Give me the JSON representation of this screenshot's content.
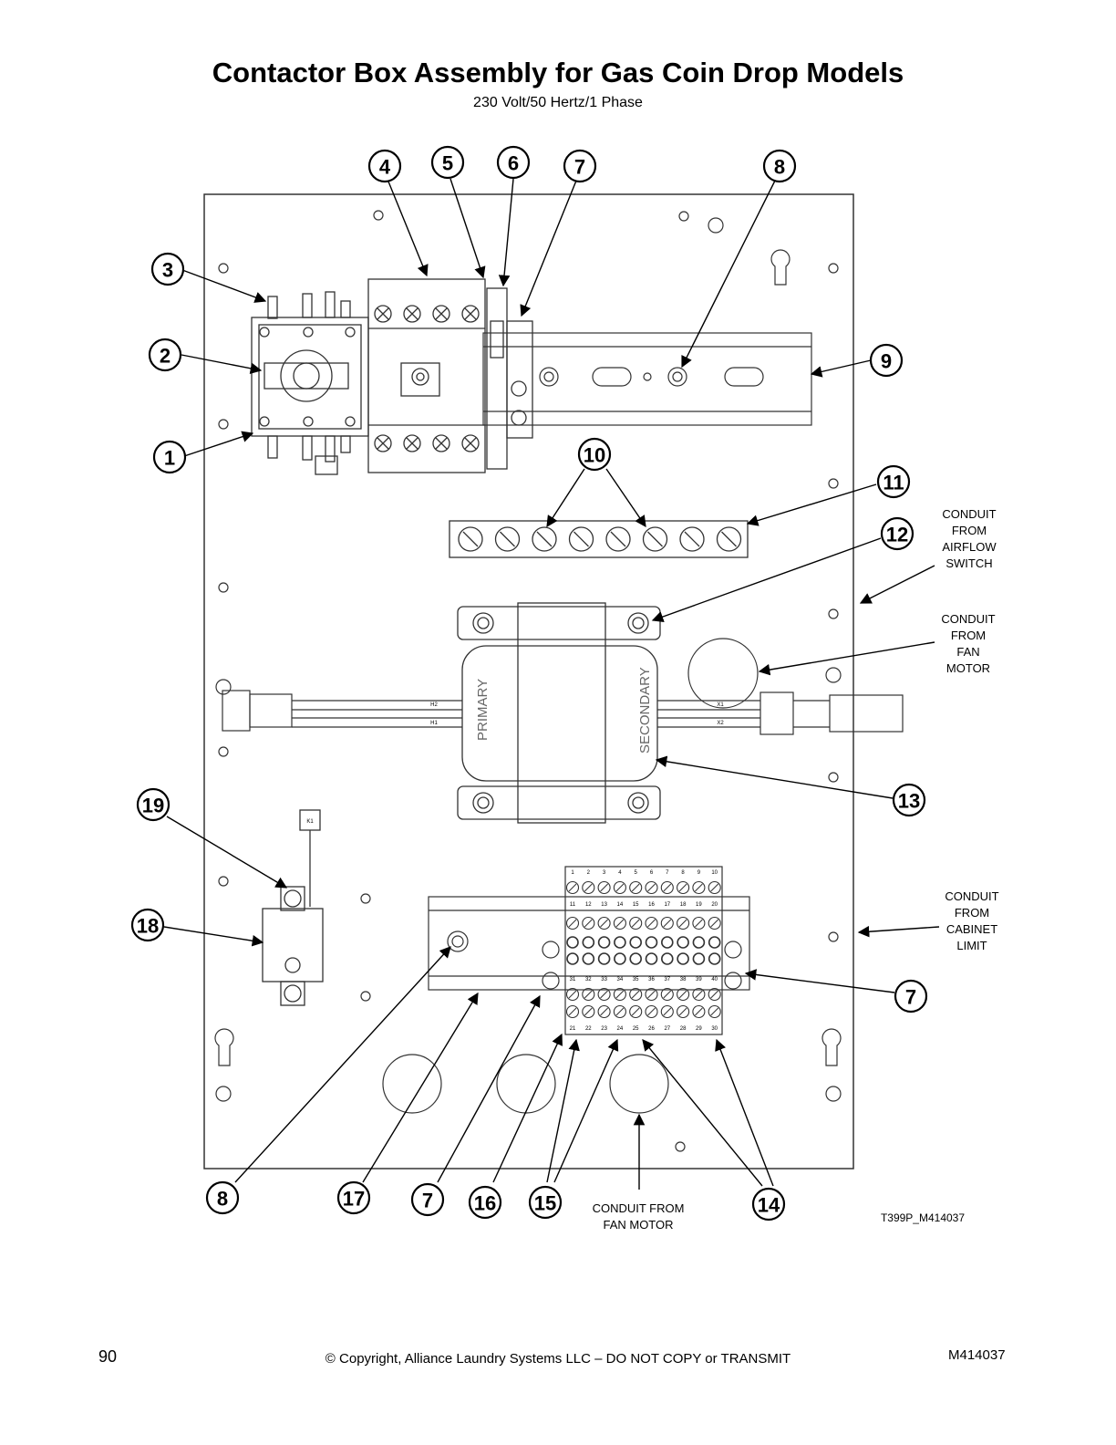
{
  "title": "Contactor Box Assembly for Gas Coin Drop Models",
  "subtitle": "230 Volt/50 Hertz/1 Phase",
  "callouts": {
    "c1": "1",
    "c2": "2",
    "c3": "3",
    "c4": "4",
    "c5": "5",
    "c6": "6",
    "c7a": "7",
    "c8a": "8",
    "c9": "9",
    "c10": "10",
    "c11": "11",
    "c12": "12",
    "c13": "13",
    "c19": "19",
    "c18": "18",
    "c7b": "7",
    "c8b": "8",
    "c17": "17",
    "c7c": "7",
    "c16": "16",
    "c15": "15",
    "c14": "14"
  },
  "notes": {
    "airflow": [
      "CONDUIT",
      "FROM",
      "AIRFLOW",
      "SWITCH"
    ],
    "fan_motor_right": [
      "CONDUIT",
      "FROM",
      "FAN",
      "MOTOR"
    ],
    "cabinet_limit": [
      "CONDUIT",
      "FROM",
      "CABINET",
      "LIMIT"
    ],
    "fan_motor_bottom": [
      "CONDUIT FROM",
      "FAN MOTOR"
    ]
  },
  "transformer": {
    "primary": "PRIMARY",
    "secondary": "SECONDARY",
    "h1": "H1",
    "h2": "H2",
    "x1": "X1",
    "x2": "X2"
  },
  "relay": {
    "k1": "K1"
  },
  "terminal_rows": {
    "top": [
      "1",
      "2",
      "3",
      "4",
      "5",
      "6",
      "7",
      "8",
      "9",
      "10"
    ],
    "upper": [
      "11",
      "12",
      "13",
      "14",
      "15",
      "16",
      "17",
      "18",
      "19",
      "20"
    ],
    "middle": [
      "31",
      "32",
      "33",
      "34",
      "35",
      "36",
      "37",
      "38",
      "39",
      "40"
    ],
    "bottom": [
      "21",
      "22",
      "23",
      "24",
      "25",
      "26",
      "27",
      "28",
      "29",
      "30"
    ]
  },
  "drawing_id": "T399P_M414037",
  "footer": {
    "page": "90",
    "copyright": "© Copyright, Alliance Laundry Systems LLC – DO NOT COPY or TRANSMIT",
    "doc": "M414037"
  }
}
